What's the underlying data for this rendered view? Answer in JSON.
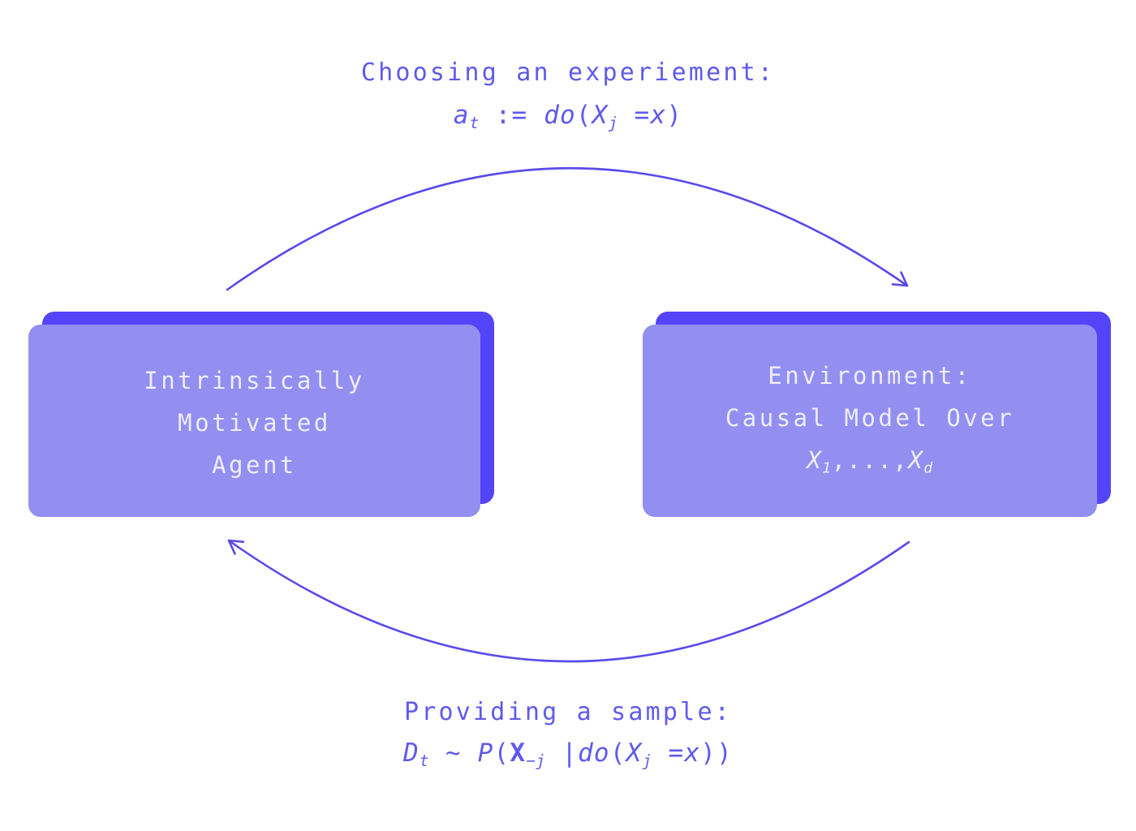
{
  "colors": {
    "accent": "#5F5AEC",
    "arrow": "#5A4BE8",
    "box_fill": "#928FF0",
    "box_shadow": "#5444F7",
    "box_text": "#EFEDFC",
    "background": "#FFFFFF"
  },
  "top_label": {
    "caption": "Choosing an experiement:",
    "formula": [
      {
        "t": "a",
        "s": "it"
      },
      {
        "t": "t",
        "s": "it sub"
      },
      {
        "t": " :=  ",
        "s": ""
      },
      {
        "t": "do",
        "s": "it"
      },
      {
        "t": "(",
        "s": ""
      },
      {
        "t": "X",
        "s": "it"
      },
      {
        "t": "j",
        "s": "it sub"
      },
      {
        "t": " =",
        "s": ""
      },
      {
        "t": "x",
        "s": "it"
      },
      {
        "t": ")",
        "s": ""
      }
    ]
  },
  "bottom_label": {
    "caption": "Providing a sample:",
    "formula": [
      {
        "t": "D",
        "s": "it"
      },
      {
        "t": "t",
        "s": "it sub"
      },
      {
        "t": " ~ ",
        "s": ""
      },
      {
        "t": "P",
        "s": "it"
      },
      {
        "t": "(",
        "s": ""
      },
      {
        "t": "X",
        "s": "b"
      },
      {
        "t": "−j",
        "s": "it sub"
      },
      {
        "t": " |",
        "s": ""
      },
      {
        "t": "do",
        "s": "it"
      },
      {
        "t": "(",
        "s": ""
      },
      {
        "t": "X",
        "s": "it"
      },
      {
        "t": "j",
        "s": "it sub"
      },
      {
        "t": " =",
        "s": ""
      },
      {
        "t": "x",
        "s": "it"
      },
      {
        "t": "))",
        "s": ""
      }
    ]
  },
  "agent_box": {
    "lines": [
      "Intrinsically",
      "Motivated",
      "Agent"
    ]
  },
  "environment_box": {
    "line1": "Environment:",
    "line2": "Causal Model Over",
    "formula": [
      {
        "t": "X",
        "s": "it"
      },
      {
        "t": "1",
        "s": "it sub"
      },
      {
        "t": ",...,",
        "s": ""
      },
      {
        "t": "X",
        "s": "it"
      },
      {
        "t": "d",
        "s": "it sub"
      }
    ]
  }
}
